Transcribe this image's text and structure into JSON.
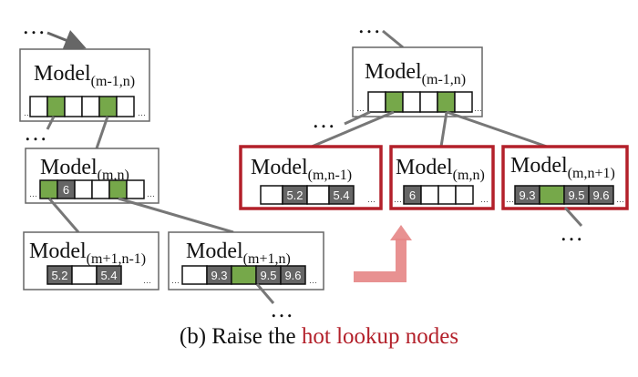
{
  "left_tree": {
    "top_ellipsis": "…",
    "n1": {
      "label": "Model",
      "sub": "(m-1,n)"
    },
    "n1_ellipsis": "…",
    "n2": {
      "label": "Model",
      "sub": "(m,n)",
      "cell1": "6"
    },
    "n3": {
      "label": "Model",
      "sub": "(m+1,n-1)",
      "cell0": "5.2",
      "cell2": "5.4"
    },
    "n4": {
      "label": "Model",
      "sub": "(m+1,n)",
      "cell1": "9.3",
      "cell3": "9.5",
      "cell4": "9.6"
    },
    "bottom_ellipsis": "…"
  },
  "right_tree": {
    "top_ellipsis": "…",
    "root": {
      "label": "Model",
      "sub": "(m-1,n)"
    },
    "root_ellipsis": "…",
    "a": {
      "label": "Model",
      "sub": "(m,n-1)",
      "cell1": "5.2",
      "cell3": "5.4"
    },
    "b": {
      "label": "Model",
      "sub": "(m,n)",
      "cell0": "6"
    },
    "c": {
      "label": "Model",
      "sub": "(m,n+1)",
      "cell0": "9.3",
      "cell2": "9.5",
      "cell3": "9.6"
    },
    "bottom_ellipsis": "…"
  },
  "caption": {
    "prefix": "(b) Raise the ",
    "highlight": "hot lookup nodes"
  },
  "colors": {
    "hot": "#b3202a",
    "green": "#76a84a",
    "gray": "#666666",
    "arrow": "#e58585"
  }
}
